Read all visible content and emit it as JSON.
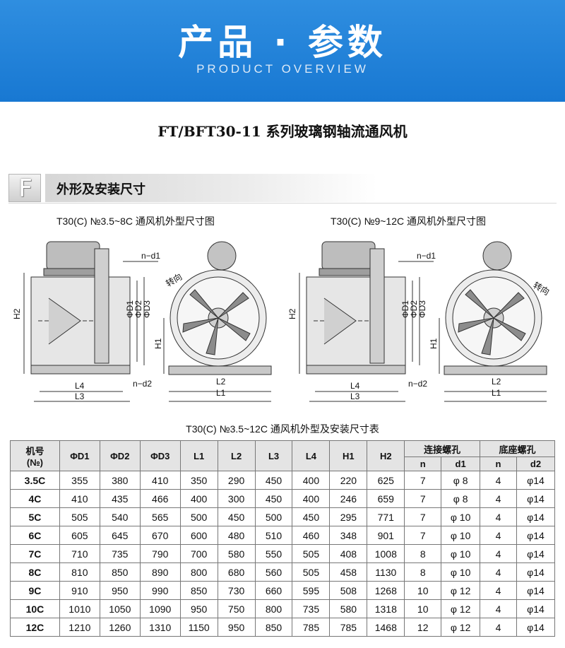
{
  "banner": {
    "title": "产品 · 参数",
    "subtitle": "PRODUCT OVERVIEW"
  },
  "doc_title": "FT/BFT30-11 系列玻璃钢轴流通风机",
  "section": {
    "letter": "F",
    "label": "外形及安装尺寸"
  },
  "diagram_left": {
    "caption": "T30(C) №3.5~8C 通风机外型尺寸图",
    "labels": {
      "nd1": "n−d1",
      "rot": "转向",
      "D1": "ΦD1",
      "D2": "ΦD2",
      "D3": "ΦD3",
      "H2": "H2",
      "H1": "H1",
      "L4": "L4",
      "L3": "L3",
      "nd2": "n−d2",
      "L2": "L2",
      "L1": "L1"
    }
  },
  "diagram_right": {
    "caption": "T30(C) №9~12C 通风机外型尺寸图",
    "labels": {
      "nd1": "n−d1",
      "rot": "转向",
      "D1": "ΦD1",
      "D2": "ΦD2",
      "D3": "ΦD3",
      "H2": "H2",
      "H1": "H1",
      "L4": "L4",
      "L3": "L3",
      "nd2": "n−d2",
      "L2": "L2",
      "L1": "L1"
    }
  },
  "table": {
    "caption": "T30(C) №3.5~12C 通风机外型及安装尺寸表",
    "header": {
      "model": "机号",
      "model_sub": "(№)",
      "cols": [
        "ΦD1",
        "ΦD2",
        "ΦD3",
        "L1",
        "L2",
        "L3",
        "L4",
        "H1",
        "H2"
      ],
      "group1": "连接螺孔",
      "group2": "底座螺孔",
      "sub": [
        "n",
        "d1",
        "n",
        "d2"
      ]
    },
    "rows": [
      [
        "3.5C",
        "355",
        "380",
        "410",
        "350",
        "290",
        "450",
        "400",
        "220",
        "625",
        "7",
        "φ 8",
        "4",
        "φ14"
      ],
      [
        "4C",
        "410",
        "435",
        "466",
        "400",
        "300",
        "450",
        "400",
        "246",
        "659",
        "7",
        "φ 8",
        "4",
        "φ14"
      ],
      [
        "5C",
        "505",
        "540",
        "565",
        "500",
        "450",
        "500",
        "450",
        "295",
        "771",
        "7",
        "φ 10",
        "4",
        "φ14"
      ],
      [
        "6C",
        "605",
        "645",
        "670",
        "600",
        "480",
        "510",
        "460",
        "348",
        "901",
        "7",
        "φ 10",
        "4",
        "φ14"
      ],
      [
        "7C",
        "710",
        "735",
        "790",
        "700",
        "580",
        "550",
        "505",
        "408",
        "1008",
        "8",
        "φ 10",
        "4",
        "φ14"
      ],
      [
        "8C",
        "810",
        "850",
        "890",
        "800",
        "680",
        "560",
        "505",
        "458",
        "1130",
        "8",
        "φ 10",
        "4",
        "φ14"
      ],
      [
        "9C",
        "910",
        "950",
        "990",
        "850",
        "730",
        "660",
        "595",
        "508",
        "1268",
        "10",
        "φ 12",
        "4",
        "φ14"
      ],
      [
        "10C",
        "1010",
        "1050",
        "1090",
        "950",
        "750",
        "800",
        "735",
        "580",
        "1318",
        "10",
        "φ 12",
        "4",
        "φ14"
      ],
      [
        "12C",
        "1210",
        "1260",
        "1310",
        "1150",
        "950",
        "850",
        "785",
        "785",
        "1468",
        "12",
        "φ 12",
        "4",
        "φ14"
      ]
    ]
  }
}
